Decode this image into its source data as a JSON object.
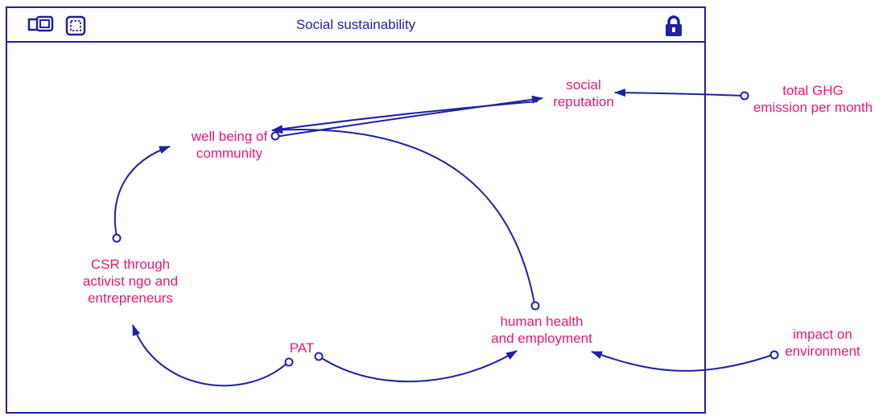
{
  "window": {
    "title": "Social sustainability"
  },
  "icons": {
    "left_1": "stacked-windows-icon",
    "left_2": "dashed-select-icon",
    "right": "lock-icon"
  },
  "colors": {
    "frame": "#1f1fa8",
    "arrow": "#1f1fa8",
    "variable_text": "#e8177a"
  },
  "variables": {
    "social_reputation": "social\nreputation",
    "total_ghg": "total GHG\nemission per month",
    "well_being": "well being of\ncommunity",
    "csr": "CSR through\nactivist ngo and\nentrepreneurs",
    "pat": "PAT",
    "human_health": "human health\nand employment",
    "impact_environment": "impact on\nenvironment"
  }
}
